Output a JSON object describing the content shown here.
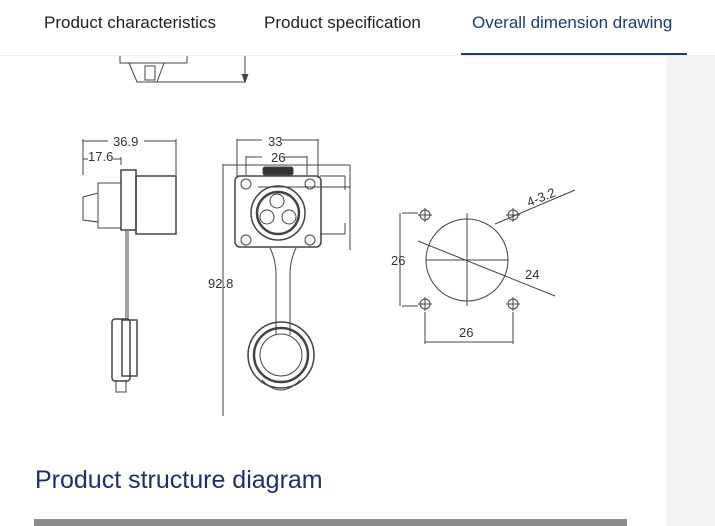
{
  "tabs": [
    {
      "label": "Product characteristics",
      "active": false
    },
    {
      "label": "Product specification",
      "active": false
    },
    {
      "label": "Overall dimension drawing",
      "active": true
    }
  ],
  "drawing": {
    "side_view": {
      "overall_depth": "36.9",
      "front_depth": "17.6"
    },
    "front_view": {
      "flange_width": "33",
      "hole_spacing": "26",
      "overall_height": "92.8"
    },
    "panel_cutout": {
      "hole_spacing_vertical": "26",
      "hole_spacing_horizontal": "26",
      "holes": "4-3.2",
      "cutout_diameter": "24"
    }
  },
  "section": {
    "title": "Product structure diagram"
  },
  "colors": {
    "accent": "#1e3a78",
    "title": "#1e2f70",
    "divider_bar": "#8c8c8c",
    "side_panel": "#f4f4f5"
  }
}
